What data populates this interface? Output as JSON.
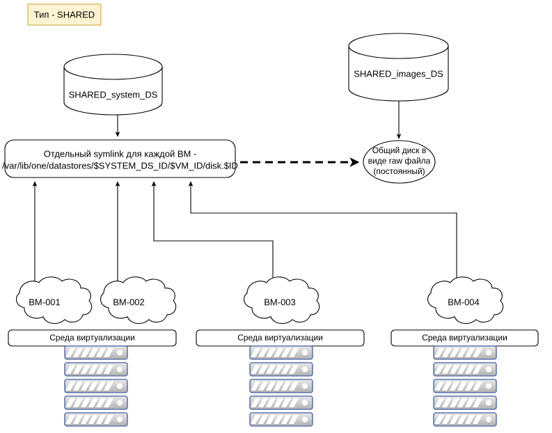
{
  "diagram": {
    "title": "OpenNebula SHARED datastore topology diagram",
    "legend": {
      "label": "Тип - SHARED",
      "fill": "#fdf3d2",
      "border": "#d6b656"
    },
    "datastores": [
      {
        "id": "system-ds",
        "label": "SHARED_system_DS"
      },
      {
        "id": "images-ds",
        "label": "SHARED_images_DS"
      }
    ],
    "symlink_box": {
      "line1": "Отдельный symlink для каждой ВМ -",
      "line2": "/var/lib/one/datastores/$SYSTEM_DS_ID/$VM_ID/disk.$ID"
    },
    "shared_disk": {
      "line1": "Общий диск в",
      "line2": "виде raw файла",
      "line3": "(постоянный)"
    },
    "vms": [
      {
        "id": "vm-001",
        "label": "ВМ-001"
      },
      {
        "id": "vm-002",
        "label": "ВМ-002"
      },
      {
        "id": "vm-003",
        "label": "ВМ-003"
      },
      {
        "id": "vm-004",
        "label": "ВМ-004"
      }
    ],
    "hypervisors": [
      {
        "id": "hv-1",
        "label": "Среда виртуализации"
      },
      {
        "id": "hv-2",
        "label": "Среда виртуализации"
      },
      {
        "id": "hv-3",
        "label": "Среда виртуализации"
      }
    ],
    "server_stacks": [
      {
        "id": "stack-1",
        "units": 5
      },
      {
        "id": "stack-2",
        "units": 5
      },
      {
        "id": "stack-3",
        "units": 5
      }
    ],
    "colors": {
      "stroke": "#000000",
      "server_border": "#5f77ad",
      "server_fill_light": "#e3e3e3",
      "server_fill_dark": "#b8b8b8",
      "background": "#ffffff"
    }
  }
}
